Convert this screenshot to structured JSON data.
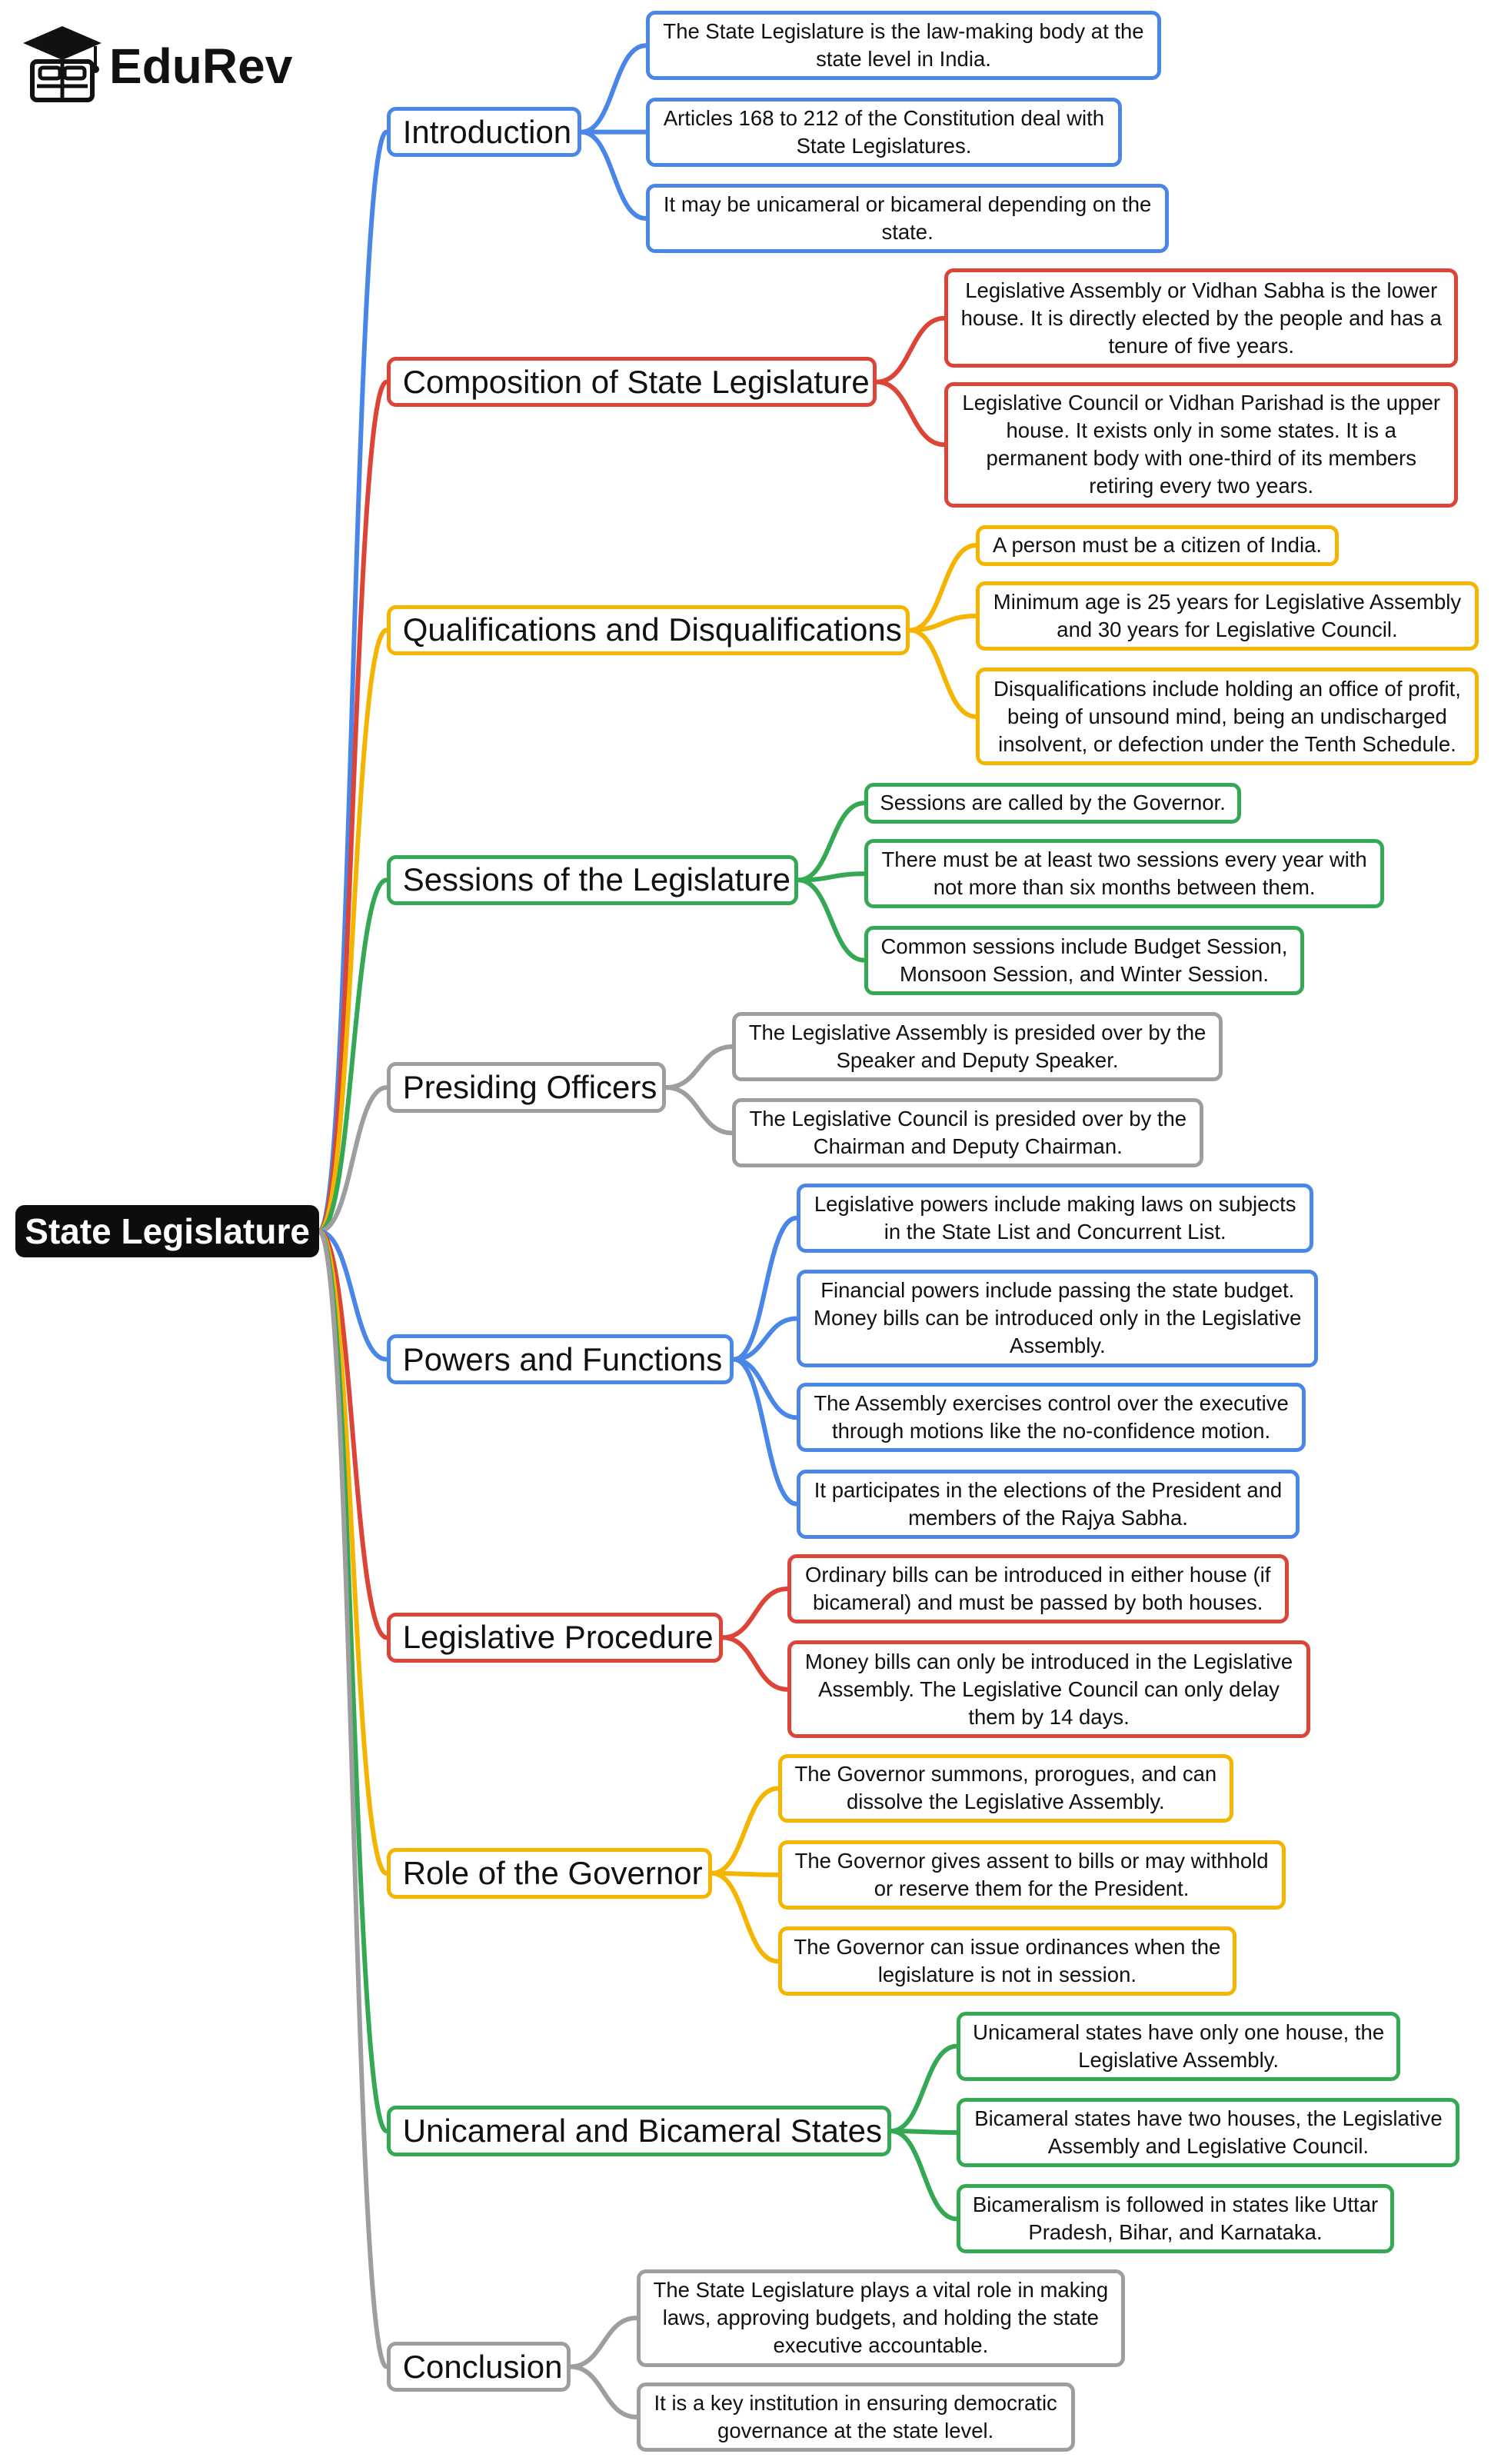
{
  "brand": {
    "name": "EduRev"
  },
  "root": {
    "label": "State Legislature"
  },
  "colors": {
    "blue": "#4a86e8",
    "red": "#db4437",
    "yellow": "#f4b400",
    "green": "#34a853",
    "gray": "#9e9e9e"
  },
  "branches": [
    {
      "label": "Introduction",
      "color": "blue",
      "children": [
        "The State Legislature is the law-making body at the state level in India.",
        "Articles 168 to 212 of the Constitution deal with State Legislatures.",
        "It may be unicameral or bicameral depending on the state."
      ]
    },
    {
      "label": "Composition of State Legislature",
      "color": "red",
      "children": [
        "Legislative Assembly or Vidhan Sabha is the lower house. It is directly elected by the people and has a tenure of five years.",
        "Legislative Council or Vidhan Parishad is the upper house. It exists only in some states. It is a permanent body with one-third of its members retiring every two years."
      ]
    },
    {
      "label": "Qualifications and Disqualifications",
      "color": "yellow",
      "children": [
        "A person must be a citizen of India.",
        "Minimum age is 25 years for Legislative Assembly and 30 years for Legislative Council.",
        "Disqualifications include holding an office of profit, being of unsound mind, being an undischarged insolvent, or defection under the Tenth Schedule."
      ]
    },
    {
      "label": "Sessions of the Legislature",
      "color": "green",
      "children": [
        "Sessions are called by the Governor.",
        "There must be at least two sessions every year with not more than six months between them.",
        "Common sessions include Budget Session, Monsoon Session, and Winter Session."
      ]
    },
    {
      "label": "Presiding Officers",
      "color": "gray",
      "children": [
        "The Legislative Assembly is presided over by the Speaker and Deputy Speaker.",
        "The Legislative Council is presided over by the Chairman and Deputy Chairman."
      ]
    },
    {
      "label": "Powers and Functions",
      "color": "blue",
      "children": [
        "Legislative powers include making laws on subjects in the State List and Concurrent List.",
        "Financial powers include passing the state budget. Money bills can be introduced only in the Legislative Assembly.",
        "The Assembly exercises control over the executive through motions like the no-confidence motion.",
        "It participates in the elections of the President and members of the Rajya Sabha."
      ]
    },
    {
      "label": "Legislative Procedure",
      "color": "red",
      "children": [
        "Ordinary bills can be introduced in either house (if bicameral) and must be passed by both houses.",
        "Money bills can only be introduced in the Legislative Assembly. The Legislative Council can only delay them by 14 days."
      ]
    },
    {
      "label": "Role of the Governor",
      "color": "yellow",
      "children": [
        "The Governor summons, prorogues, and can dissolve the Legislative Assembly.",
        "The Governor gives assent to bills or may withhold or reserve them for the President.",
        "The Governor can issue ordinances when the legislature is not in session."
      ]
    },
    {
      "label": "Unicameral and Bicameral States",
      "color": "green",
      "children": [
        "Unicameral states have only one house, the Legislative Assembly.",
        "Bicameral states have two houses, the Legislative Assembly and Legislative Council.",
        "Bicameralism is followed in states like Uttar Pradesh, Bihar, and Karnataka."
      ]
    },
    {
      "label": "Conclusion",
      "color": "gray",
      "children": [
        "The State Legislature plays a vital role in making laws, approving budgets, and holding the state executive accountable.",
        "It is a key institution in ensuring democratic governance at the state level."
      ]
    }
  ]
}
